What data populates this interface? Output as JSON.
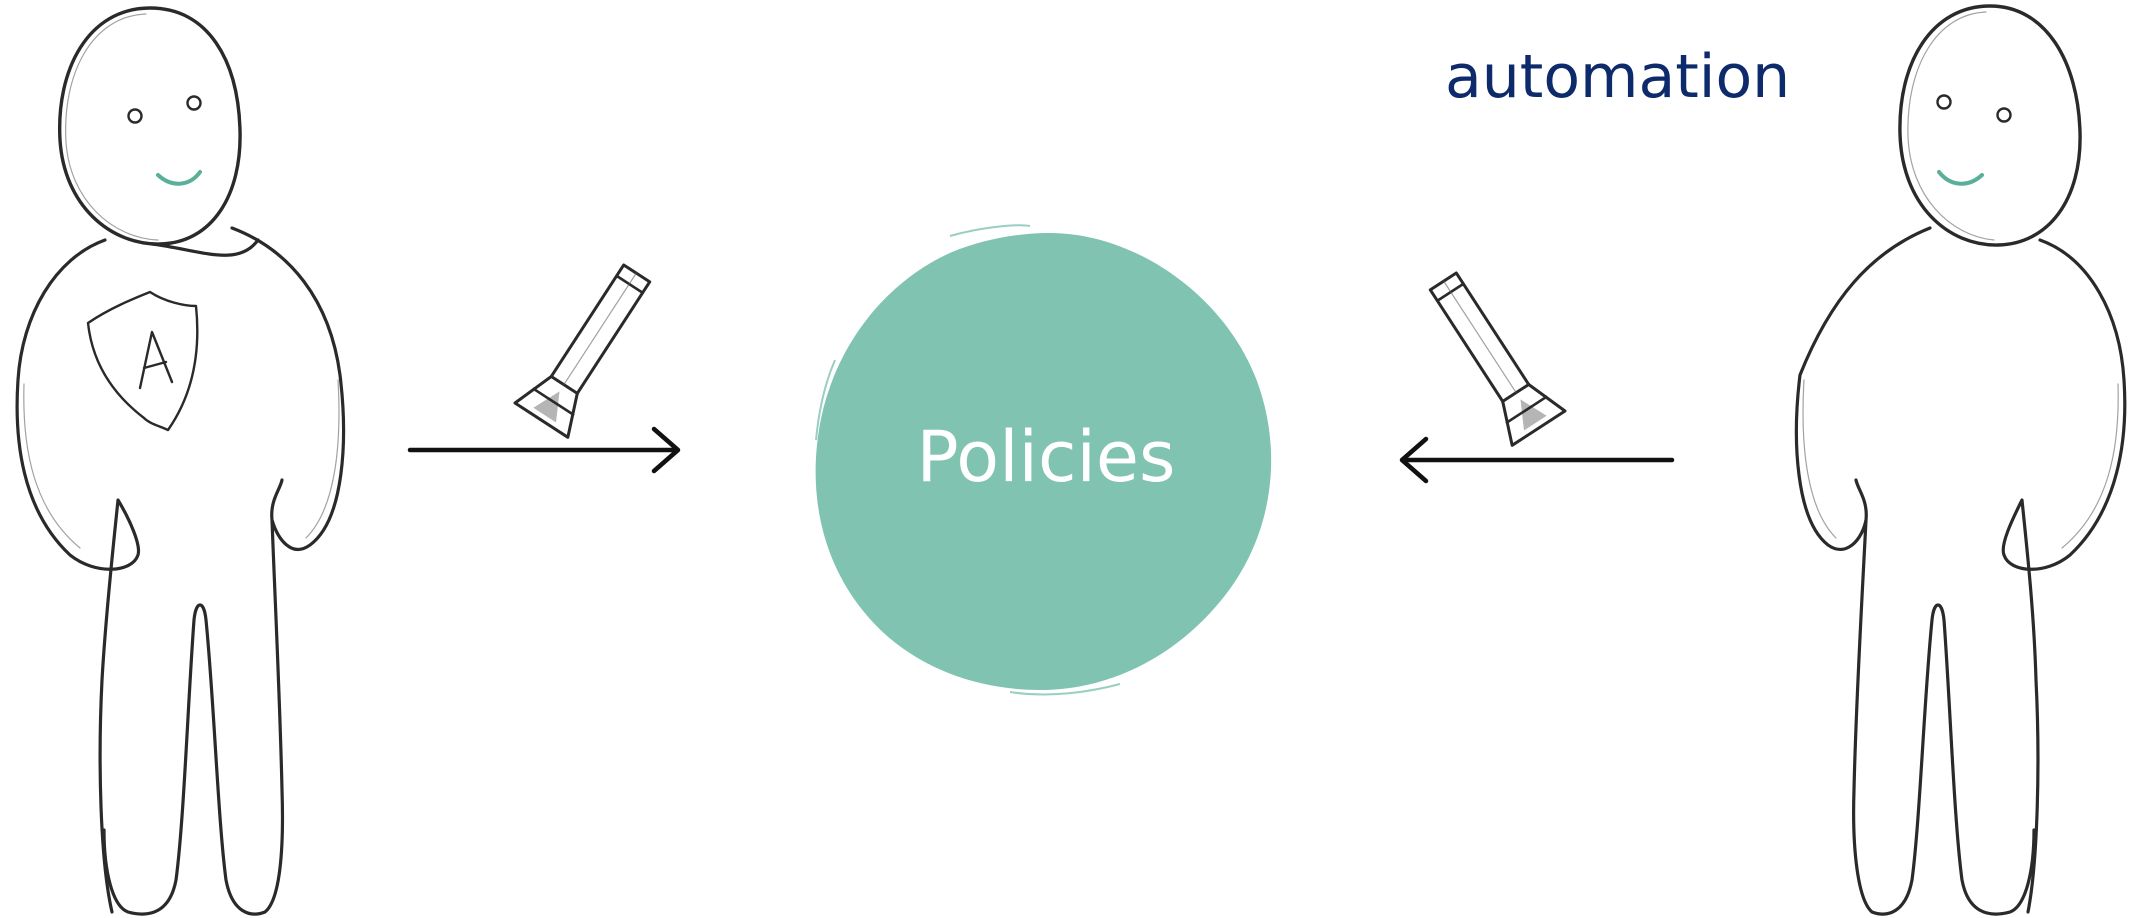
{
  "center_label": "Policies",
  "automation_label": "automation",
  "badge_letter": "A",
  "colors": {
    "circle_fill": "#7fc3b0",
    "circle_text": "#ffffff",
    "automation_text": "#0d2a6b",
    "smile": "#5aaf98",
    "line": "#2a2a2a",
    "arrow": "#111111"
  },
  "icons": {
    "left_person": "person-with-shield-icon",
    "right_person": "person-icon",
    "pencil": "pencil-icon",
    "arrow_right": "arrow-right-icon",
    "arrow_left": "arrow-left-icon"
  }
}
